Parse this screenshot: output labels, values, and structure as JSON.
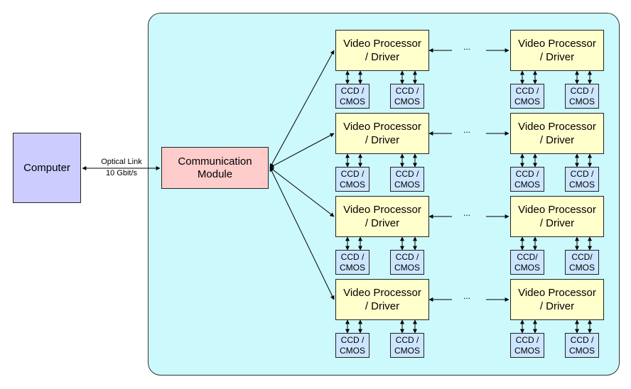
{
  "computer": {
    "label": "Computer"
  },
  "link": {
    "line1": "Optical Link",
    "line2": "10 Gbit/s"
  },
  "comm_module": {
    "line1": "Communication",
    "line2": "Module"
  },
  "rows": [
    {
      "left": {
        "line1": "Video Processor",
        "line2": "/ Driver",
        "ccds": [
          [
            "CCD /",
            "CMOS"
          ],
          [
            "CCD /",
            "CMOS"
          ]
        ]
      },
      "dots": "...",
      "right": {
        "line1": "Video Processor",
        "line2": "/ Driver",
        "ccds": [
          [
            "CCD /",
            "CMOS"
          ],
          [
            "CCD /",
            "CMOS"
          ]
        ]
      }
    },
    {
      "left": {
        "line1": "Video Processor",
        "line2": "/ Driver",
        "ccds": [
          [
            "CCD /",
            "CMOS"
          ],
          [
            "CCD /",
            "CMOS"
          ]
        ]
      },
      "dots": "...",
      "right": {
        "line1": "Video Processor",
        "line2": "/ Driver",
        "ccds": [
          [
            "CCD /",
            "CMOS"
          ],
          [
            "CCD /",
            "CMOS"
          ]
        ]
      }
    },
    {
      "left": {
        "line1": "Video Processor",
        "line2": "/ Driver",
        "ccds": [
          [
            "CCD /",
            "CMOS"
          ],
          [
            "CCD /",
            "CMOS"
          ]
        ]
      },
      "dots": "...",
      "right": {
        "line1": "Video Processor",
        "line2": "/ Driver",
        "ccds": [
          [
            "CCD/",
            "CMOS"
          ],
          [
            "CCD/",
            "CMOS"
          ]
        ]
      }
    },
    {
      "left": {
        "line1": "Video Processor",
        "line2": "/ Driver",
        "ccds": [
          [
            "CCD /",
            "CMOS"
          ],
          [
            "CCD /",
            "CMOS"
          ]
        ]
      },
      "dots": "...",
      "right": {
        "line1": "Video Processor",
        "line2": "/ Driver",
        "ccds": [
          [
            "CCD /",
            "CMOS"
          ],
          [
            "CCD /",
            "CMOS"
          ]
        ]
      }
    }
  ]
}
